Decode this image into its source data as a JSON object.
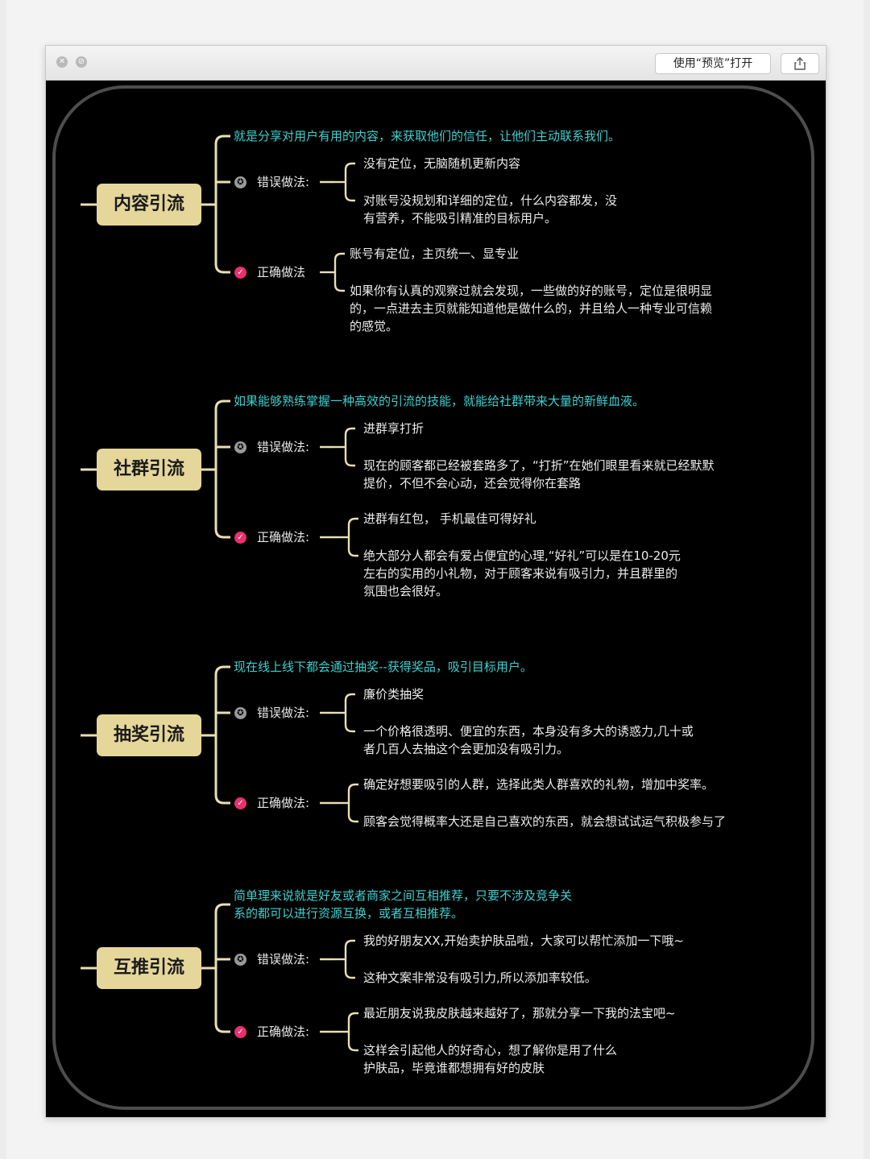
{
  "window": {
    "open_with_preview_label": "使用“预览”打开",
    "share_icon": "share-icon",
    "close_icon": "close-icon",
    "minimize_icon": "minimize-icon"
  },
  "colors": {
    "node_fill": "#e5d69a",
    "intro_text": "#3fd0d0",
    "connector": "#e9dfb3",
    "bad_icon": "#9a9a9a",
    "good_icon": "#e8306f"
  },
  "mindmap": {
    "branches": [
      {
        "title": "内容引流",
        "intro": [
          "就是分享对用户有用的内容，来获取他们的信任，让他们主动联系我们。"
        ],
        "wrong_label": "错误做法:",
        "wrong_items": [
          [
            "没有定位，无脑随机更新内容"
          ],
          [
            "对账号没规划和详细的定位，什么内容都发，没",
            "有营养，不能吸引精准的目标用户。"
          ]
        ],
        "right_label": "正确做法",
        "right_items": [
          [
            "账号有定位，主页统一、显专业"
          ],
          [
            "如果你有认真的观察过就会发现，一些做的好的账号，定位是很明显",
            "的，一点进去主页就能知道他是做什么的，并且给人一种专业可信赖",
            "的感觉。"
          ]
        ]
      },
      {
        "title": "社群引流",
        "intro": [
          "如果能够熟练掌握一种高效的引流的技能，就能给社群带来大量的新鲜血液。"
        ],
        "wrong_label": "错误做法:",
        "wrong_items": [
          [
            "进群享打折"
          ],
          [
            "现在的顾客都已经被套路多了，“打折”在她们眼里看来就已经默默",
            "提价，不但不会心动，还会觉得你在套路"
          ]
        ],
        "right_label": "正确做法:",
        "right_items": [
          [
            "进群有红包， 手机最佳可得好礼"
          ],
          [
            "绝大部分人都会有爱占便宜的心理,“好礼”可以是在10-20元",
            "左右的实用的小礼物，对于顾客来说有吸引力，并且群里的",
            "氛围也会很好。"
          ]
        ]
      },
      {
        "title": "抽奖引流",
        "intro": [
          "现在线上线下都会通过抽奖--获得奖品，吸引目标用户。"
        ],
        "wrong_label": "错误做法:",
        "wrong_items": [
          [
            "廉价类抽奖"
          ],
          [
            "一个价格很透明、便宜的东西，本身没有多大的诱惑力,几十或",
            "者几百人去抽这个会更加没有吸引力。"
          ]
        ],
        "right_label": "正确做法:",
        "right_items": [
          [
            "确定好想要吸引的人群，选择此类人群喜欢的礼物，增加中奖率。"
          ],
          [
            "顾客会觉得概率大还是自己喜欢的东西，就会想试试运气积极参与了"
          ]
        ]
      },
      {
        "title": "互推引流",
        "intro": [
          "简单理来说就是好友或者商家之间互相推荐，只要不涉及竞争关",
          "系的都可以进行资源互换，或者互相推荐。"
        ],
        "wrong_label": "错误做法:",
        "wrong_items": [
          [
            "我的好朋友XX,开始卖护肤品啦，大家可以帮忙添加一下哦~"
          ],
          [
            "这种文案非常没有吸引力,所以添加率较低。"
          ]
        ],
        "right_label": "正确做法:",
        "right_items": [
          [
            "最近朋友说我皮肤越来越好了，那就分享一下我的法宝吧~"
          ],
          [
            "这样会引起他人的好奇心，想了解你是用了什么",
            "护肤品，毕竟谁都想拥有好的皮肤"
          ]
        ]
      }
    ]
  }
}
